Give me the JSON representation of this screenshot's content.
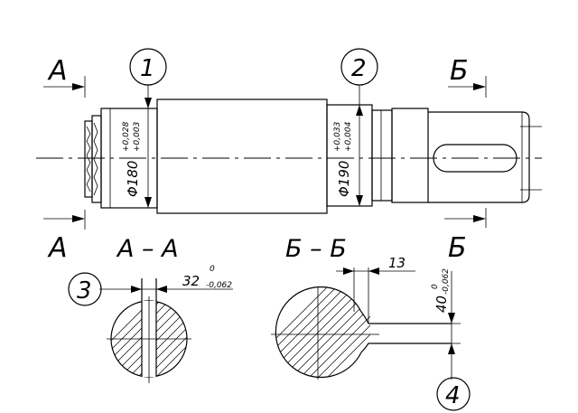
{
  "section_letters": {
    "a_top": "А",
    "a_bottom": "А",
    "b_top": "Б",
    "b_bottom": "Б"
  },
  "section_titles": {
    "aa": "А – А",
    "bb": "Б – Б"
  },
  "callouts": [
    "1",
    "2",
    "3",
    "4"
  ],
  "dimensions": {
    "d1": {
      "main": "Φ180",
      "upper": "+0,028",
      "lower": "+0,003"
    },
    "d2": {
      "main": "Φ190",
      "upper": "+0,033",
      "lower": "+0,004"
    },
    "key_width": {
      "main": "32",
      "upper": "0",
      "lower": "-0,062"
    },
    "offset": {
      "main": "13"
    },
    "key_depth": {
      "main": "40",
      "upper": "0",
      "lower": "-0,062"
    }
  },
  "colors": {
    "ink": "#000000",
    "paper": "#ffffff"
  }
}
